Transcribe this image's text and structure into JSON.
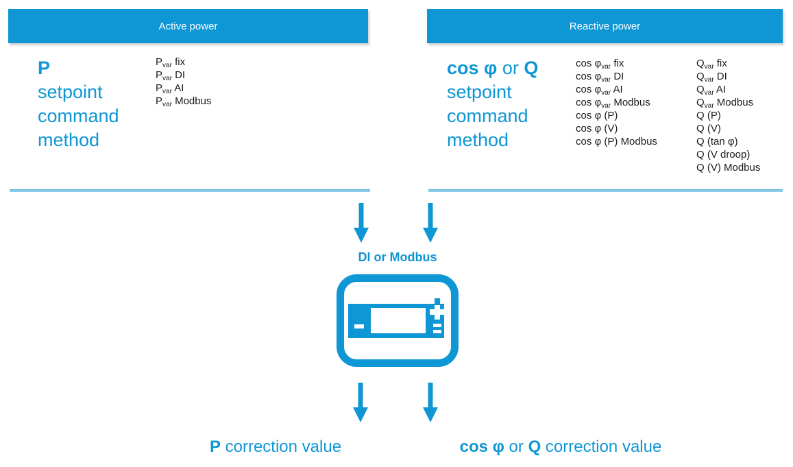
{
  "colors": {
    "accent": "#0f96d5",
    "divider": "#8accea",
    "list_text": "#1a1a1a",
    "header_text": "#ffffff"
  },
  "columns": {
    "active": {
      "header": "Active power",
      "title_lines": [
        [
          {
            "t": "P",
            "b": true
          }
        ],
        [
          {
            "t": "setpoint"
          }
        ],
        [
          {
            "t": "command"
          }
        ],
        [
          {
            "t": "method"
          }
        ]
      ],
      "methods": [
        "P~var~ fix",
        "P~var~ DI",
        "P~var~ AI",
        "P~var~ Modbus"
      ]
    },
    "reactive": {
      "header": "Reactive power",
      "title_lines": [
        [
          {
            "t": "cos φ",
            "b": true
          },
          {
            "t": " or "
          },
          {
            "t": "Q",
            "b": true
          }
        ],
        [
          {
            "t": "setpoint"
          }
        ],
        [
          {
            "t": "command"
          }
        ],
        [
          {
            "t": "method"
          }
        ]
      ],
      "methods_cos": [
        "cos φ~var~ fix",
        "cos φ~var~ DI",
        "cos φ~var~ AI",
        "cos φ~var~ Modbus",
        "cos φ (P)",
        "cos φ (V)",
        "cos φ (P) Modbus"
      ],
      "methods_q": [
        "Q~var~ fix",
        "Q~var~ DI",
        "Q~var~ AI",
        "Q~var~ Modbus",
        "Q (P)",
        "Q (V)",
        "Q (tan φ)",
        "Q (V droop)",
        "Q (V) Modbus"
      ]
    }
  },
  "middle": {
    "bus_label": "DI or Modbus"
  },
  "outputs": {
    "left_label": [
      {
        "t": "P",
        "b": true
      },
      {
        "t": " correction value"
      }
    ],
    "right_label": [
      {
        "t": "cos φ",
        "b": true
      },
      {
        "t": " or "
      },
      {
        "t": "Q",
        "b": true
      },
      {
        "t": " correction value"
      }
    ]
  }
}
